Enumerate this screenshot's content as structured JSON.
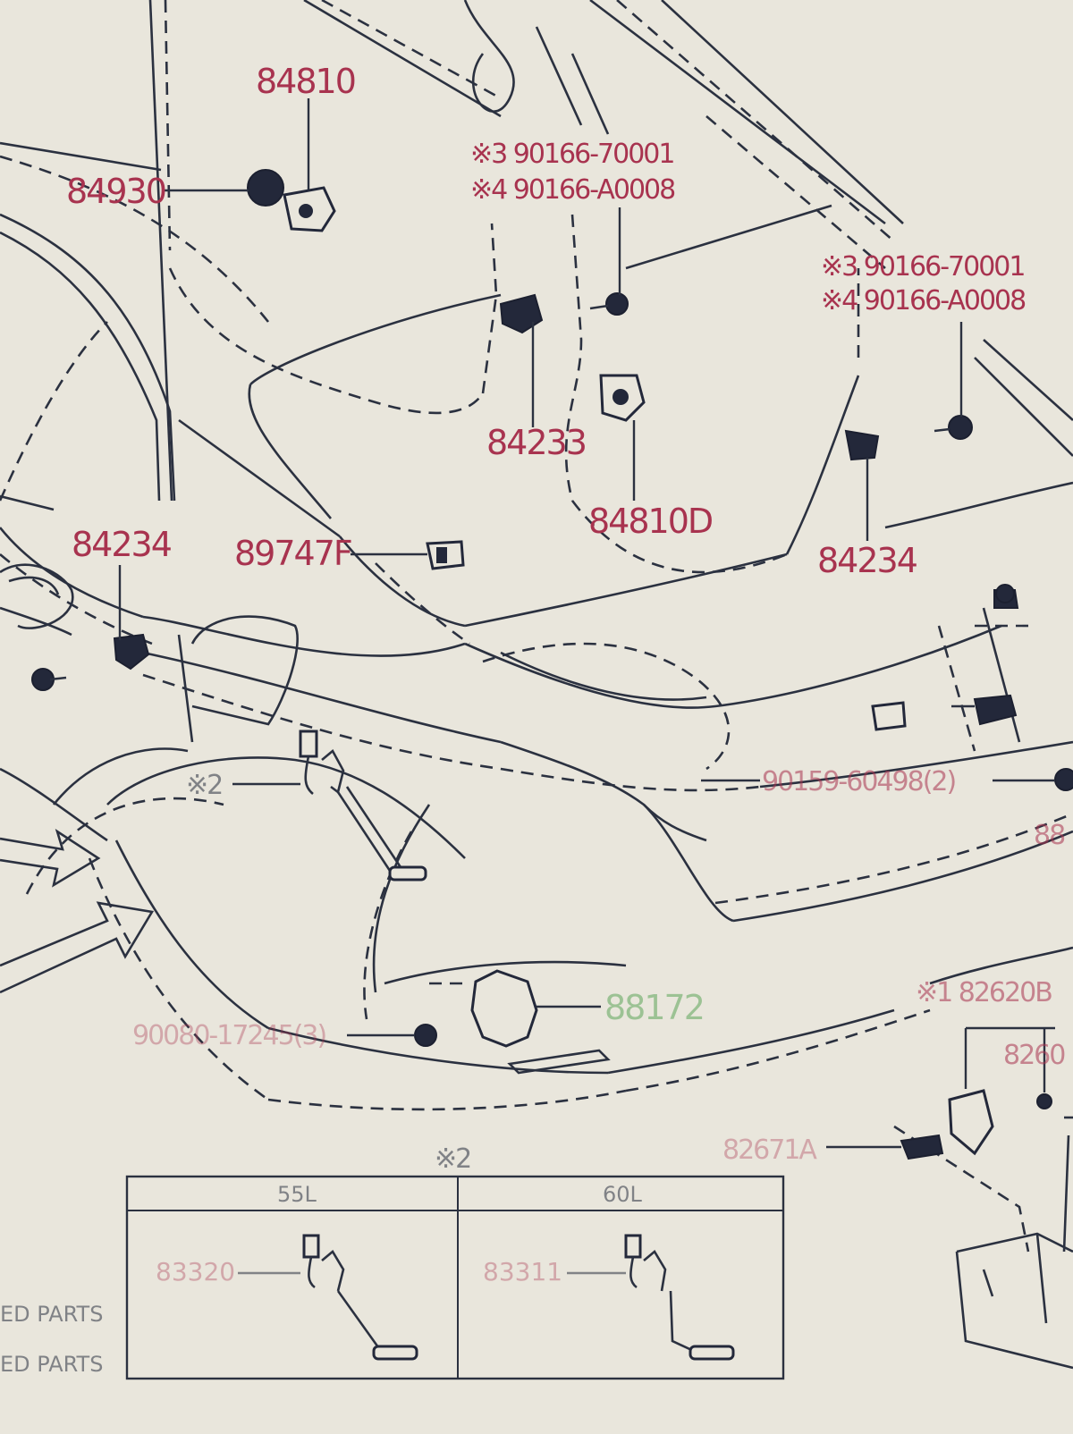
{
  "colors": {
    "label_red": "#a8334f",
    "label_green": "#5fa65a",
    "line": "#2b3140",
    "paper": "#e9e6dc"
  },
  "labels": {
    "l_84810": "84810",
    "l_84930": "84930",
    "l_s3a": "※3 90166-70001",
    "l_s4a": "※4 90166-A0008",
    "l_s3b": "※3 90166-70001",
    "l_s4b": "※4 90166-A0008",
    "l_84233": "84233",
    "l_84810d": "84810D",
    "l_84234a": "84234",
    "l_89747f": "89747F",
    "l_84234b": "84234",
    "l_s2": "※2",
    "l_90159": "90159-60498(2)",
    "l_88r": "88",
    "l_90080": "90080-17245(3)",
    "l_88172": "88172",
    "l_82620b": "※1 82620B",
    "l_8260": "8260",
    "l_82671a": "82671A"
  },
  "inset": {
    "mark": "※2",
    "col_left": "55L",
    "col_right": "60L",
    "part_left": "83320",
    "part_right": "83311"
  },
  "side_notes": {
    "row1": "ED PARTS",
    "row2": "ED PARTS"
  },
  "icons": [
    "bolt-icon",
    "clip-icon",
    "grommet-icon",
    "sensor-icon",
    "wiring-connector-icon",
    "arrow-icon"
  ]
}
